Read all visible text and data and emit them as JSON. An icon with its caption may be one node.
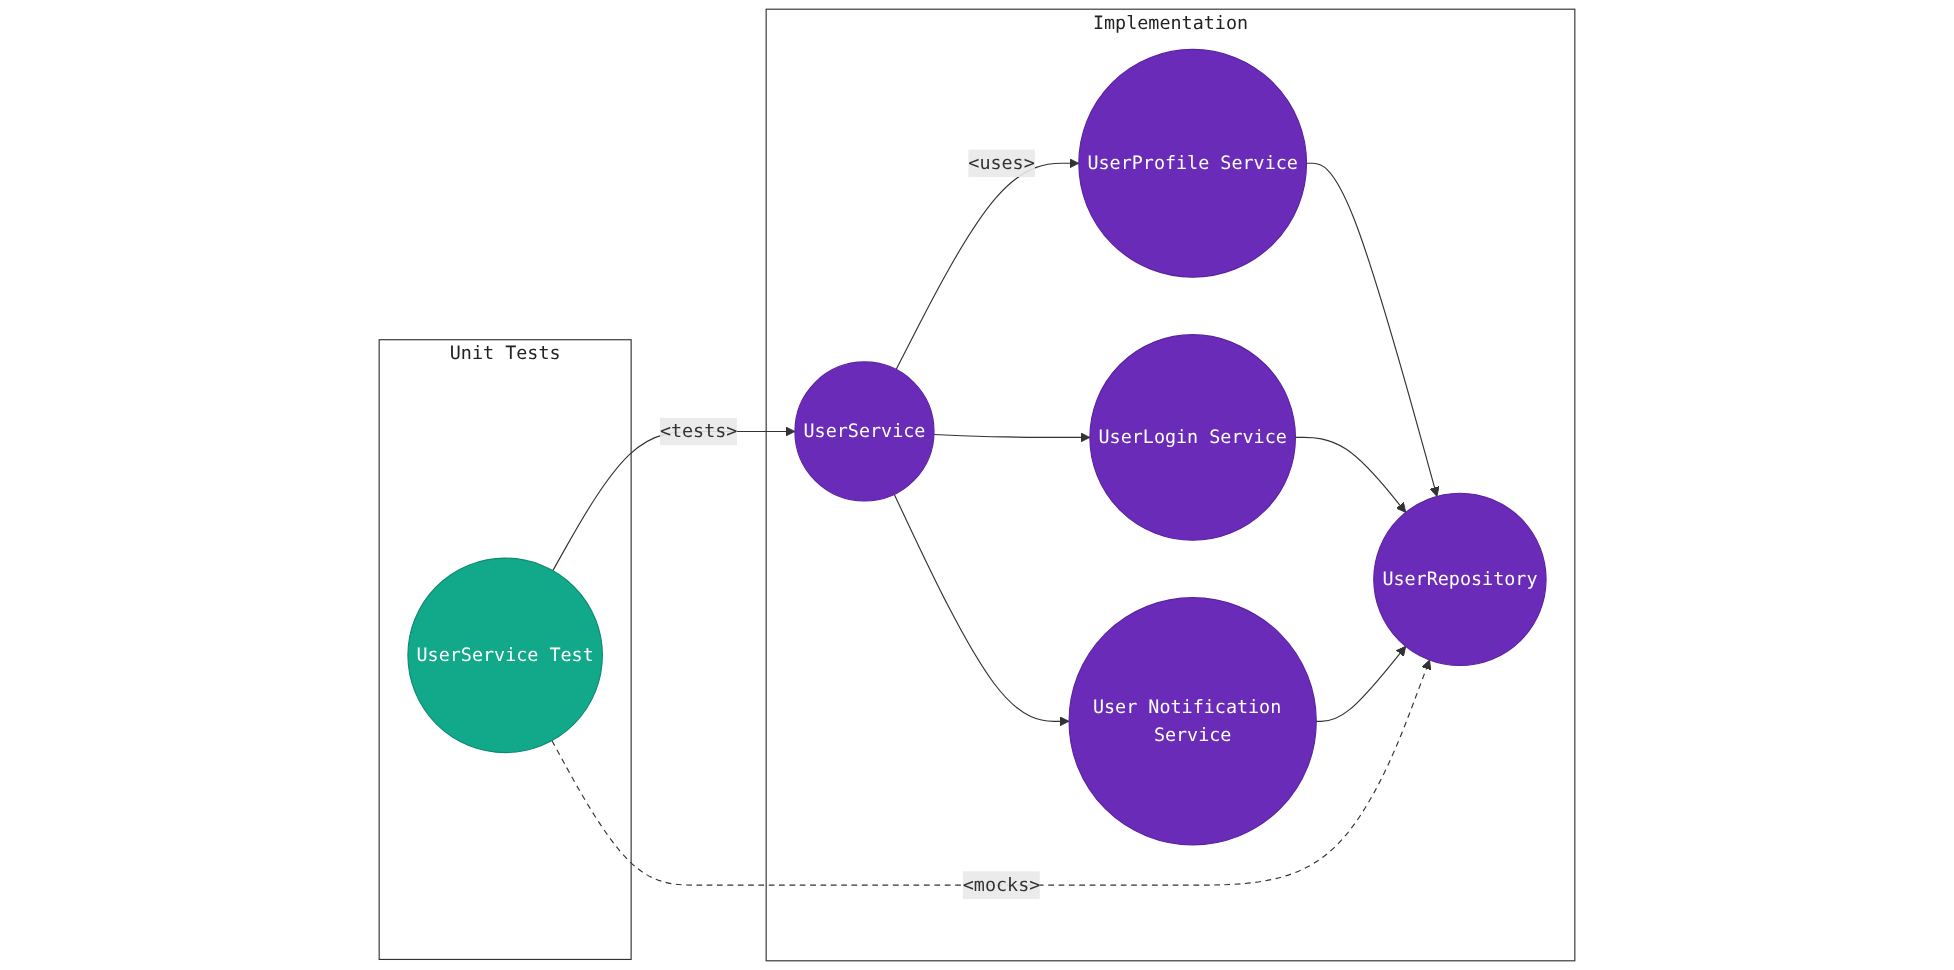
{
  "diagram": {
    "nodes": [
      {
        "text": [
          "Implementation"
        ]
      },
      {
        "text": [
          "UserService"
        ],
        "in": 0
      },
      {
        "text": [
          "UserProfile Service"
        ],
        "in": 0
      },
      {
        "text": [
          "UserLogin Service"
        ],
        "in": 0
      },
      {
        "text": [
          "User Notification Service"
        ],
        "in": 0
      },
      {
        "text": [
          "UserRepository"
        ],
        "in": 0
      },
      {
        "text": [
          "Unit Tests"
        ]
      },
      {
        "text": [
          "UserService Test"
        ],
        "in": 6
      }
    ],
    "edges": [
      {
        "from": 1,
        "to": 2,
        "arrow": "to",
        "label": "<uses>"
      },
      {
        "from": 1,
        "to": 3,
        "arrow": "to"
      },
      {
        "from": 1,
        "to": 4,
        "arrow": "to"
      },
      {
        "from": 2,
        "to": 5,
        "arrow": "to"
      },
      {
        "from": 3,
        "to": 5,
        "arrow": "to"
      },
      {
        "from": 4,
        "to": 5,
        "arrow": "to"
      },
      {
        "from": 7,
        "to": 1,
        "arrow": "to",
        "label": "<tests>"
      },
      {
        "from": 7,
        "to": 5,
        "arrow": "to",
        "label": "<mocks>",
        "style": "dashed"
      }
    ]
  }
}
